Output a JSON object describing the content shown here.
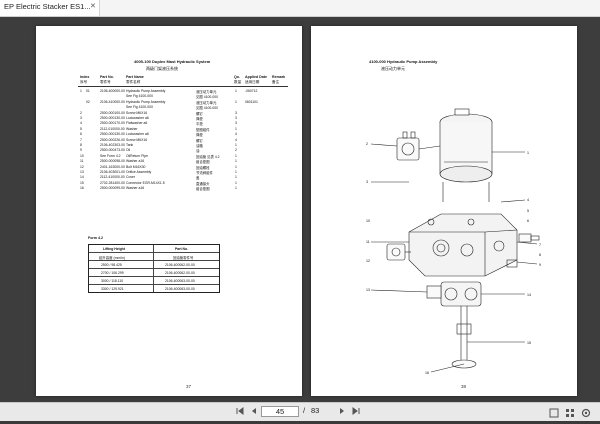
{
  "tab": {
    "title": "EP Electric Stacker ES1...",
    "close": "✕"
  },
  "left_page": {
    "title": "4005-100 Duplex Mast Hydraulic System",
    "title_cn": "两级门架液压系统",
    "columns": [
      "Index",
      "Part No.",
      "Part Name",
      "Qo.",
      "Applied Date",
      "Remark"
    ],
    "columns_cn": [
      "序号",
      "零件号",
      "零件名称",
      "数量",
      "适用日期",
      "备注"
    ],
    "rows": [
      {
        "index": "1",
        "sub": "01",
        "part": "2106-400000-00",
        "name": "Hydraulic Pump Assembly",
        "name2": "See Fig 4100-000",
        "cn": "液压动力单元",
        "cn2": "见图 4100-000",
        "qty": "1",
        "date": "-060712"
      },
      {
        "index": "",
        "sub": "02",
        "part": "2106-410000-00",
        "name": "Hydraulic Pump Assembly",
        "name2": "See Fig 4100-000",
        "cn": "液压动力单元",
        "cn2": "见图 4100-000",
        "qty": "1",
        "date": "0601101"
      },
      {
        "index": "2",
        "sub": "",
        "part": "2500-000100-00",
        "name": "Screw M6X16",
        "name2": "",
        "cn": "螺钉",
        "cn2": "",
        "qty": "3",
        "date": ""
      },
      {
        "index": "3",
        "sub": "",
        "part": "2500-000130-00",
        "name": "Lockwasher a6",
        "name2": "",
        "cn": "弹垫",
        "cn2": "",
        "qty": "3",
        "date": ""
      },
      {
        "index": "4",
        "sub": "",
        "part": "2500-000170-00",
        "name": "Flatwasher a6",
        "name2": "",
        "cn": "平垫",
        "cn2": "",
        "qty": "3",
        "date": ""
      },
      {
        "index": "5",
        "sub": "",
        "part": "2112-010000-00",
        "name": "Washer",
        "name2": "",
        "cn": "垫圈组件",
        "cn2": "",
        "qty": "1",
        "date": ""
      },
      {
        "index": "6",
        "sub": "",
        "part": "2500-000130-00",
        "name": "Lockwasher a6",
        "name2": "",
        "cn": "弹垫",
        "cn2": "",
        "qty": "4",
        "date": ""
      },
      {
        "index": "7",
        "sub": "",
        "part": "2500-000226-00",
        "name": "Screw M6X16",
        "name2": "",
        "cn": "螺钉",
        "cn2": "",
        "qty": "4",
        "date": ""
      },
      {
        "index": "8",
        "sub": "",
        "part": "2106-402303-00",
        "name": "Tank",
        "name2": "",
        "cn": "油箱",
        "cn2": "",
        "qty": "1",
        "date": ""
      },
      {
        "index": "9",
        "sub": "",
        "part": "2500-000473-00",
        "name": "Oil",
        "name2": "",
        "cn": "油",
        "cn2": "",
        "qty": "2",
        "date": ""
      },
      {
        "index": "10",
        "sub": "",
        "part": "See Form 4.2",
        "name": "OilReturn Pipe",
        "name2": "",
        "cn": "回油管 见表 4.2",
        "cn2": "",
        "qty": "1",
        "date": ""
      },
      {
        "index": "11",
        "sub": "",
        "part": "2500-000098-00",
        "name": "Washer a16",
        "name2": "",
        "cn": "组合垫圈",
        "cn2": "",
        "qty": "1",
        "date": ""
      },
      {
        "index": "12",
        "sub": "",
        "part": "2401-163000-00",
        "name": "Bolt M16X30",
        "name2": "",
        "cn": "回油螺栓",
        "cn2": "",
        "qty": "1",
        "date": ""
      },
      {
        "index": "13",
        "sub": "",
        "part": "2106-403001-00",
        "name": "Orifice Assembly",
        "name2": "",
        "cn": "节流阀组件",
        "cn2": "",
        "qty": "1",
        "date": ""
      },
      {
        "index": "14",
        "sub": "",
        "part": "2112-410000-00",
        "name": "Cover",
        "name2": "",
        "cn": "盖",
        "cn2": "",
        "qty": "1",
        "date": ""
      },
      {
        "index": "15",
        "sub": "",
        "part": "2702-281400-00",
        "name": "Connector EGR-M14X1.5",
        "name2": "",
        "cn": "直通接头",
        "cn2": "",
        "qty": "1",
        "date": ""
      },
      {
        "index": "16",
        "sub": "",
        "part": "2500-000099-00",
        "name": "Washer a16",
        "name2": "",
        "cn": "组合垫圈",
        "cn2": "",
        "qty": "1",
        "date": ""
      }
    ],
    "form": {
      "title": "Form 4.2",
      "headers": [
        "Lifting Height",
        "Part No."
      ],
      "headers_cn": [
        "起升高度 (mm/in)",
        "回油管零件号"
      ],
      "rows": [
        [
          "2500 / 98.425",
          "2106-400062-00-00"
        ],
        [
          "2700 / 106.299",
          "2106-400062-00-00"
        ],
        [
          "3000 / 118.110",
          "2106-400063-00-00"
        ],
        [
          "3300 / 129.921",
          "2106-400063-00-00"
        ]
      ]
    },
    "page_number": "37"
  },
  "right_page": {
    "title": "4100-000 Hydraulic Pump Assembly",
    "title_cn": "液压动力单元",
    "callouts": [
      "1",
      "2",
      "3",
      "4",
      "5",
      "6",
      "7",
      "8",
      "9",
      "10",
      "11",
      "12",
      "13",
      "14",
      "15",
      "16"
    ],
    "page_number": "38"
  },
  "toolbar": {
    "current_page": "45",
    "separator": "/",
    "total_pages": "83",
    "icons": [
      "first-page-icon",
      "prev-page-icon",
      "next-page-icon",
      "last-page-icon",
      "fit-page-icon",
      "grid-icon",
      "settings-icon"
    ]
  }
}
